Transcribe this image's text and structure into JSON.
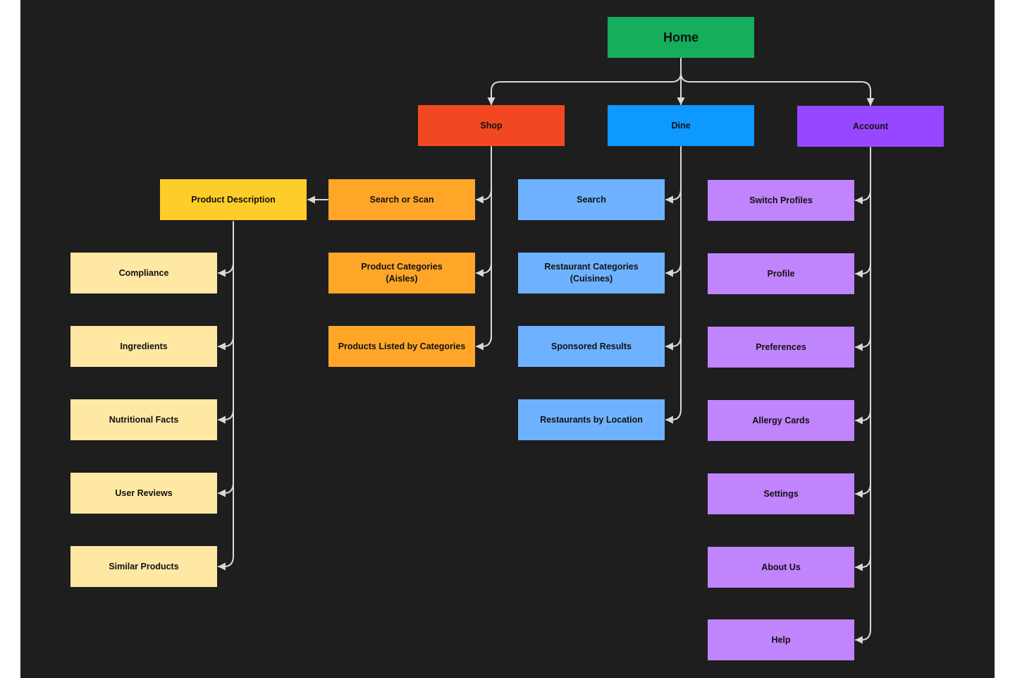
{
  "colors": {
    "background": "#1e1e1e",
    "connector": "#d9d9d9",
    "home": "#14ae5c",
    "shop": "#f24822",
    "dine": "#0d99ff",
    "account": "#9747ff",
    "shop_child": "#ffa629",
    "product_description": "#ffcd29",
    "product_detail": "#ffe8a3",
    "dine_child": "#6eb2ff",
    "account_child": "#c084fc"
  },
  "nodes": {
    "home": "Home",
    "shop": "Shop",
    "dine": "Dine",
    "account": "Account",
    "shop_children": [
      "Search or Scan",
      "Product Categories\n(Aisles)",
      "Products Listed by Categories"
    ],
    "product_description": "Product Description",
    "product_details": [
      "Compliance",
      "Ingredients",
      "Nutritional Facts",
      "User Reviews",
      "Similar Products"
    ],
    "dine_children": [
      "Search",
      "Restaurant Categories\n(Cuisines)",
      "Sponsored Results",
      "Restaurants by Location"
    ],
    "account_children": [
      "Switch Profiles",
      "Profile",
      "Preferences",
      "Allergy Cards",
      "Settings",
      "About Us",
      "Help"
    ]
  }
}
